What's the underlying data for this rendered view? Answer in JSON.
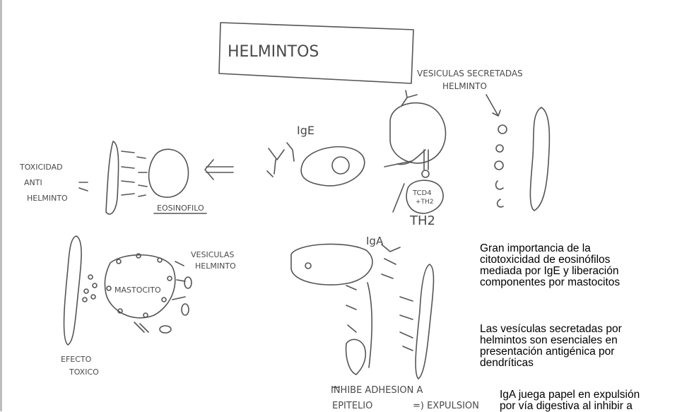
{
  "title": "HELMINTOS",
  "labels": {
    "vesiculas_top": "VESICULAS SECRETADAS",
    "helminto_top": "HELMINTO",
    "ige": "IgE",
    "tcd4": "TCD4",
    "th2_small": "+TH2",
    "th2": "TH2",
    "toxicidad_1": "TOXICIDAD",
    "toxicidad_2": "ANTI",
    "toxicidad_3": "HELMINTO",
    "eosinofilo": "EOSINOFILO",
    "vesiculas_left_1": "VESICULAS",
    "vesiculas_left_2": "HELMINTO",
    "mastocito": "MASTOCITO",
    "efecto_1": "EFECTO",
    "efecto_2": "TOXICO",
    "iga": "IgA",
    "inhibe_1": "INHIBE ADHESION A",
    "inhibe_2": "EPITELIO",
    "expulsion": "=) EXPULSION"
  },
  "notes": {
    "note1": "Gran importancia de la\ncitotoxicidad de eosinófilos\nmediada por IgE y liberación\ncomponentes por mastocitos",
    "note2": "Las vesículas secretadas por\nhelmintos son esenciales en\npresentación antigénica por\ndendríticas",
    "note3": "IgA juega papel en expulsión\npor vía digestiva al inhibir a"
  }
}
